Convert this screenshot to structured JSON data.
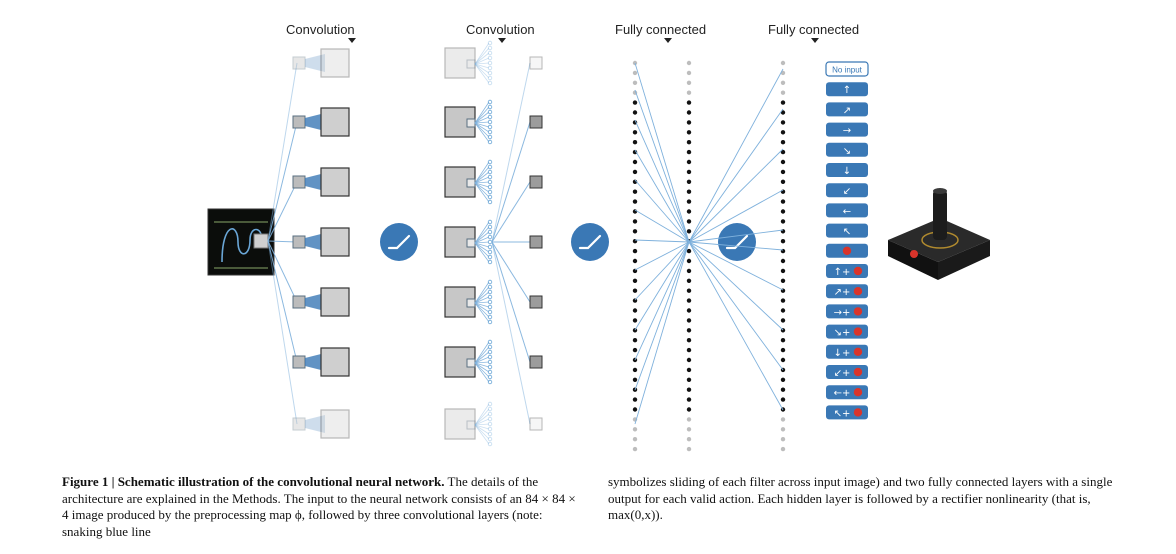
{
  "figure": {
    "layer_labels": [
      "Convolution",
      "Convolution",
      "Fully connected",
      "Fully connected"
    ],
    "actions": [
      {
        "label": "No input",
        "icon": "none"
      },
      {
        "label": "↑",
        "icon": "up-arrow"
      },
      {
        "label": "↗",
        "icon": "up-right-arrow"
      },
      {
        "label": "→",
        "icon": "right-arrow"
      },
      {
        "label": "↘",
        "icon": "down-right-arrow"
      },
      {
        "label": "↓",
        "icon": "down-arrow"
      },
      {
        "label": "↙",
        "icon": "down-left-arrow"
      },
      {
        "label": "←",
        "icon": "left-arrow"
      },
      {
        "label": "↖",
        "icon": "up-left-arrow"
      },
      {
        "label": "",
        "icon": "fire-button"
      },
      {
        "label": "↑+",
        "icon": "up-arrow-fire"
      },
      {
        "label": "↗+",
        "icon": "up-right-arrow-fire"
      },
      {
        "label": "→+",
        "icon": "right-arrow-fire"
      },
      {
        "label": "↘+",
        "icon": "down-right-arrow-fire"
      },
      {
        "label": "↓+",
        "icon": "down-arrow-fire"
      },
      {
        "label": "↙+",
        "icon": "down-left-arrow-fire"
      },
      {
        "label": "←+",
        "icon": "left-arrow-fire"
      },
      {
        "label": "↖+",
        "icon": "up-left-arrow-fire"
      }
    ],
    "colors": {
      "accent": "#3a78b5",
      "line": "#7fb1dc",
      "fire": "#d9342b"
    }
  },
  "caption": {
    "lead": "Figure 1 | Schematic illustration of the convolutional neural network.",
    "left_body": " The details of the architecture are explained in the Methods. The input to the neural network consists of an 84 × 84 × 4 image produced by the preprocessing map ϕ, followed by three convolutional layers (note: snaking blue line",
    "right_body": "symbolizes sliding of each filter across input image) and two fully connected layers with a single output for each valid action. Each hidden layer is followed by a rectifier nonlinearity (that is, max(0,x))."
  }
}
